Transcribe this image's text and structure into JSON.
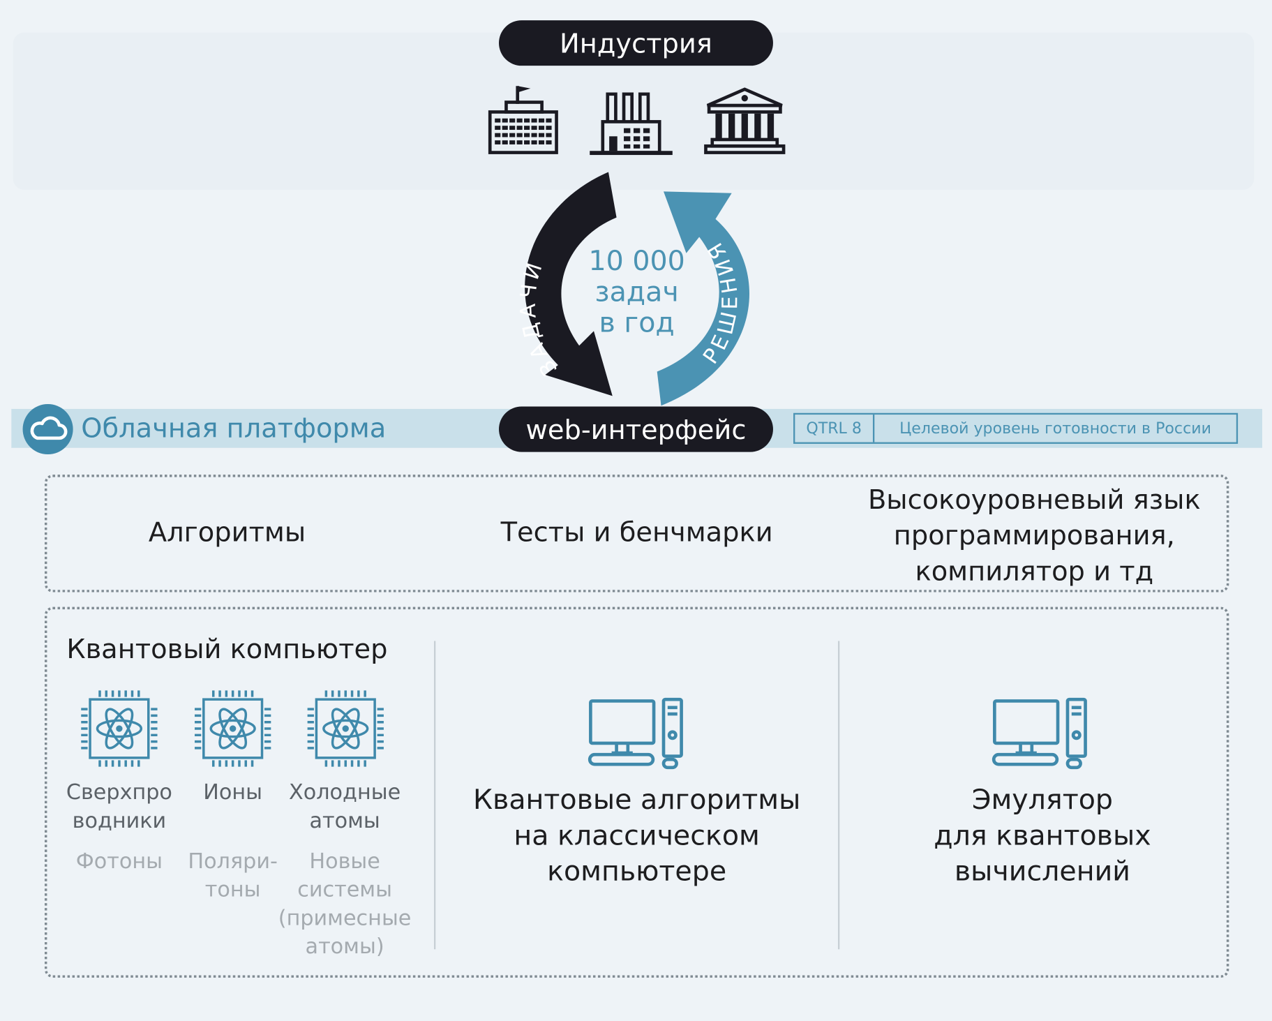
{
  "industry": {
    "title": "Индустрия"
  },
  "cycle": {
    "left_arrow": "ЗАДАЧИ",
    "right_arrow": "РЕШЕНИЯ",
    "count_value": "10 000",
    "count_line2": "задач",
    "count_line3": "в год"
  },
  "platform": {
    "label": "Облачная платформа",
    "web_interface": "web-интерфейс",
    "qtrl_level": "QTRL 8",
    "qtrl_text": "Целевой уровень готовности в России"
  },
  "software": {
    "algorithms": "Алгоритмы",
    "tests": "Тесты и бенчмарки",
    "language_lines": [
      "Высокоуровневый язык",
      "программирования,",
      "компилятор и тд"
    ]
  },
  "quantum_computer": {
    "title": "Квантовый компьютер",
    "main_techs": [
      {
        "lines": [
          "Сверхпро",
          "водники"
        ]
      },
      {
        "lines": [
          "Ионы"
        ]
      },
      {
        "lines": [
          "Холодные",
          "атомы"
        ]
      }
    ],
    "other_techs": [
      {
        "lines": [
          "Фотоны"
        ]
      },
      {
        "lines": [
          "Поляри-",
          "тоны"
        ]
      },
      {
        "lines": [
          "Новые",
          "системы",
          "(примесные",
          "атомы)"
        ]
      }
    ]
  },
  "classical_algorithms": {
    "lines": [
      "Квантовые алгоритмы",
      "на классическом",
      "компьютере"
    ]
  },
  "emulator": {
    "lines": [
      "Эмулятор",
      "для квантовых",
      "вычислений"
    ]
  },
  "colors": {
    "dark": "#1a1a22",
    "accent": "#3f89ab",
    "text": "#1d1d1f",
    "muted": "#5b6167",
    "faint": "#a4aaaf"
  }
}
